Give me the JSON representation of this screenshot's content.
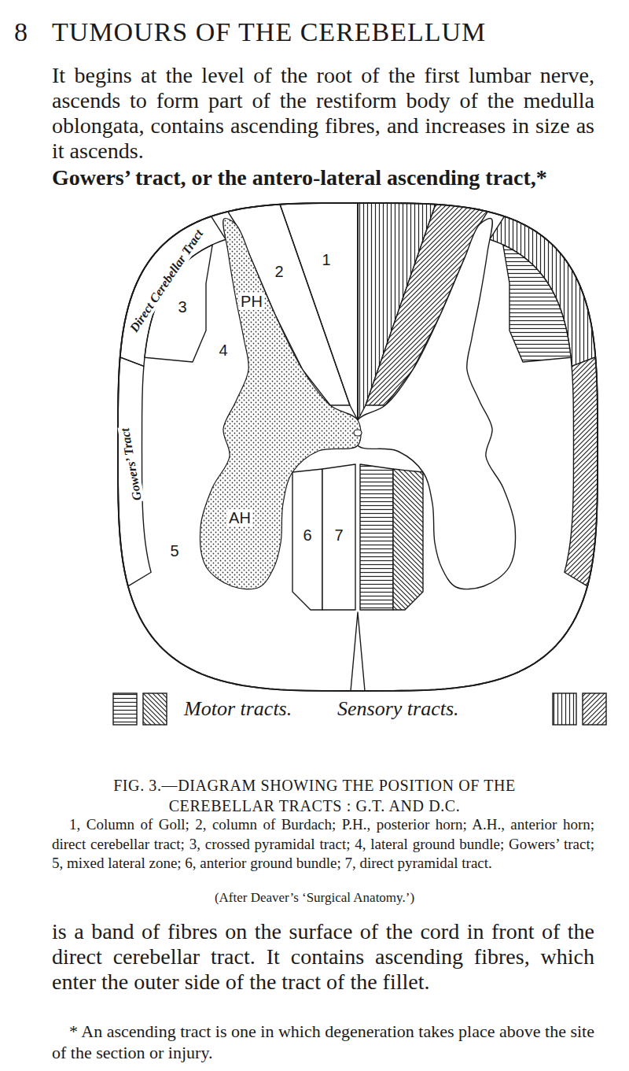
{
  "diagram": {
    "caption": "FIG. 3.—DIAGRAM SHOWING THE POSITION OF THE CEREBELLAR TRACTS : G.T. AND D.C.",
    "labels": [
      "8",
      "TUMOURS OF THE CEREBELLUM",
      "It begins at the level of the root of the first lumbar nerve, ascends to form part of the restiform body of the medulla oblongata, contains ascending fibres, and increases in size as it ascends.",
      "Gowers’ tract, or the antero-lateral ascending tract,*",
      "Direct Cerebellar Tract",
      "Gowers’ Tract",
      "2",
      "1",
      "PH",
      "3",
      "4",
      "AH",
      "5",
      "6",
      "7",
      "1, Column of Goll; 2, column of Burdach; P.H., posterior horn; A.H., anterior horn; direct cerebellar tract; 3, crossed pyramidal tract; 4, lateral ground bundle; Gowers’ tract; 5, mixed lateral zone; 6, anterior ground bundle; 7, direct pyramidal tract.",
      "(After Deaver’s ‘Surgical Anatomy.’)",
      "is a band of fibres on the surface of the cord in front of the direct cerebellar tract. It contains ascending fibres, which enter the outer side of the tract of the fillet.",
      "* An ascending tract is one in which degeneration takes place above the site of the section or injury."
    ],
    "legend": [
      {
        "text": "Motor tracts."
      },
      {
        "text": "Sensory tracts."
      }
    ]
  }
}
